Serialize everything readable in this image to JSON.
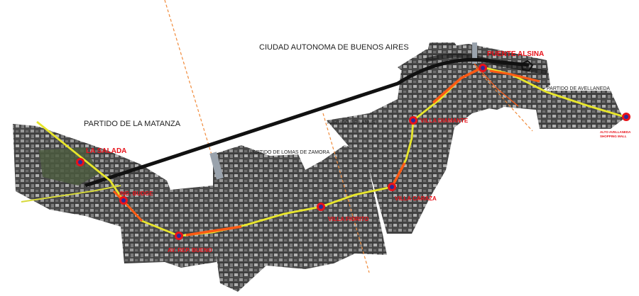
{
  "regions": {
    "caba": "CIUDAD AUTONOMA DE BUENOS AIRES",
    "matanza": "PARTIDO DE LA MATANZA",
    "lanus": "PARTIDO DE LANUS",
    "lomas": "PARTIDO DE LOMAS DE ZAMORA",
    "avellaneda": "PARTIDO DE AVELLANEDA"
  },
  "stations": [
    {
      "id": "la-salada",
      "label": "LA SALADA"
    },
    {
      "id": "ingeniero-budge",
      "label": "ING. BUDGE"
    },
    {
      "id": "av-rep-bueno",
      "label": "AV. REP. BUENO"
    },
    {
      "id": "villa-fiorito",
      "label": "VILLA FIORITO"
    },
    {
      "id": "villa-caraza",
      "label": "VILLA CARAZA"
    },
    {
      "id": "villa-diamante",
      "label": "VILLA DIAMANTE"
    },
    {
      "id": "puente-alsina",
      "label": "PUENTE ALSINA"
    },
    {
      "id": "alto-avellaneda",
      "label": "ALTO AVELLANEDA SHOPPING MALL"
    }
  ],
  "colors": {
    "route_yellow": "#e8e62a",
    "route_orange": "#ff5a14",
    "route_black": "#111111",
    "boundary_orange": "#f08a3a",
    "station_red": "#e8121a",
    "station_blue": "#2b2b9a",
    "aerial_dark": "#3d3d3d",
    "aerial_light": "#8f8f8f"
  }
}
